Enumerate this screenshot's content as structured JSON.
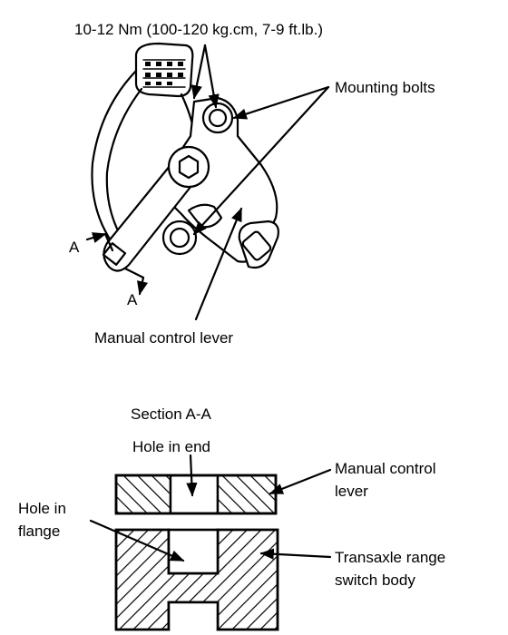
{
  "torque_spec": "10-12 Nm (100-120 kg.cm, 7-9 ft.lb.)",
  "mounting_bolts": "Mounting bolts",
  "section_marker_top": "A",
  "section_marker_bottom": "A",
  "manual_control_lever": "Manual control lever",
  "section_title": "Section A-A",
  "hole_in_end": "Hole in end",
  "hole_in_flange_line1": "Hole in",
  "hole_in_flange_line2": "flange",
  "section_lever_line1": "Manual control",
  "section_lever_line2": "lever",
  "switch_body_line1": "Transaxle range",
  "switch_body_line2": "switch body"
}
